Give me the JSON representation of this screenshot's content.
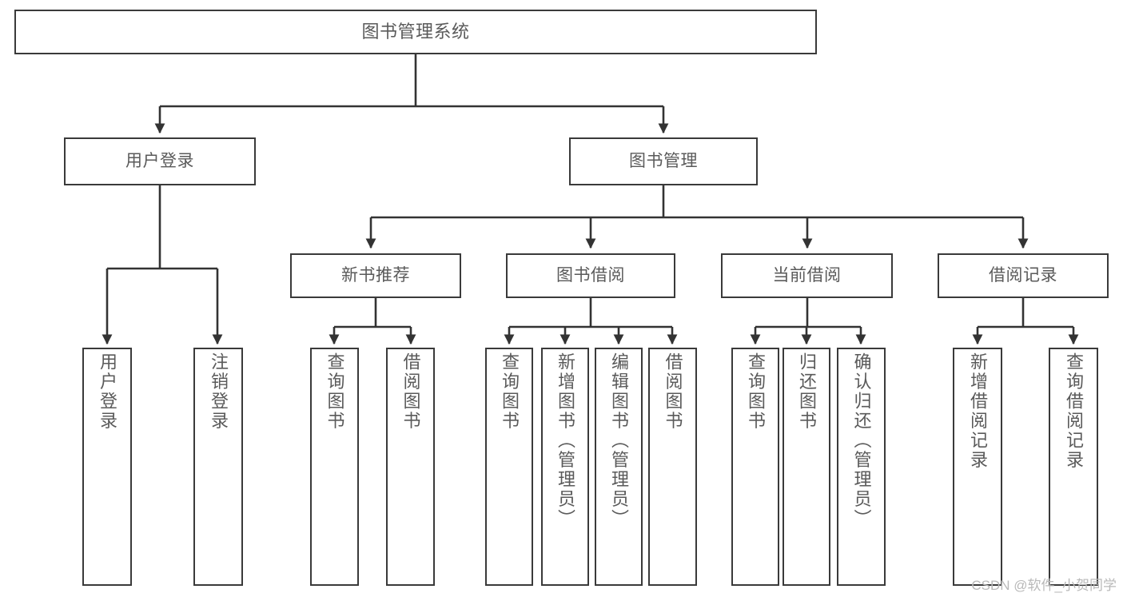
{
  "diagram": {
    "title": "图书管理系统",
    "watermark": "CSDN @软件_小贺同学",
    "colors": {
      "box_border": "#3a3a3a",
      "box_fill": "#ffffff",
      "text": "#5a5a5a",
      "connector": "#333333",
      "watermark": "#b9b9b9",
      "background": "#ffffff"
    },
    "nodes": {
      "root": {
        "label": "图书管理系统",
        "orientation": "horizontal",
        "level": 0
      },
      "user_login": {
        "label": "用户登录",
        "orientation": "horizontal",
        "level": 1
      },
      "book_manage": {
        "label": "图书管理",
        "orientation": "horizontal",
        "level": 1
      },
      "new_book_rec": {
        "label": "新书推荐",
        "orientation": "horizontal",
        "level": 2
      },
      "book_borrow": {
        "label": "图书借阅",
        "orientation": "horizontal",
        "level": 2
      },
      "current_borrow": {
        "label": "当前借阅",
        "orientation": "horizontal",
        "level": 2
      },
      "borrow_record": {
        "label": "借阅记录",
        "orientation": "horizontal",
        "level": 2
      },
      "leaf_user_login": {
        "label": "用户登录",
        "orientation": "vertical",
        "level": 3
      },
      "leaf_logout": {
        "label": "注销登录",
        "orientation": "vertical",
        "level": 3
      },
      "leaf_query_book_rec": {
        "label": "查询图书",
        "orientation": "vertical",
        "level": 3
      },
      "leaf_borrow_book_rec": {
        "label": "借阅图书",
        "orientation": "vertical",
        "level": 3
      },
      "leaf_query_book_borrow": {
        "label": "查询图书",
        "orientation": "vertical",
        "level": 3
      },
      "leaf_add_book": {
        "label": "新增图书（管理员）",
        "orientation": "vertical",
        "level": 3
      },
      "leaf_edit_book": {
        "label": "编辑图书（管理员）",
        "orientation": "vertical",
        "level": 3
      },
      "leaf_borrow_book": {
        "label": "借阅图书",
        "orientation": "vertical",
        "level": 3
      },
      "leaf_query_book_cur": {
        "label": "查询图书",
        "orientation": "vertical",
        "level": 3
      },
      "leaf_return_book": {
        "label": "归还图书",
        "orientation": "vertical",
        "level": 3
      },
      "leaf_confirm_return": {
        "label": "确认归还（管理员）",
        "orientation": "vertical",
        "level": 3
      },
      "leaf_add_record": {
        "label": "新增借阅记录",
        "orientation": "vertical",
        "level": 3
      },
      "leaf_query_record": {
        "label": "查询借阅记录",
        "orientation": "vertical",
        "level": 3
      }
    },
    "hierarchy": [
      {
        "parent": "图书管理系统",
        "children": [
          "用户登录",
          "图书管理"
        ]
      },
      {
        "parent": "用户登录",
        "children": [
          "用户登录",
          "注销登录"
        ]
      },
      {
        "parent": "图书管理",
        "children": [
          "新书推荐",
          "图书借阅",
          "当前借阅",
          "借阅记录"
        ]
      },
      {
        "parent": "新书推荐",
        "children": [
          "查询图书",
          "借阅图书"
        ]
      },
      {
        "parent": "图书借阅",
        "children": [
          "查询图书",
          "新增图书（管理员）",
          "编辑图书（管理员）",
          "借阅图书"
        ]
      },
      {
        "parent": "当前借阅",
        "children": [
          "查询图书",
          "归还图书",
          "确认归还（管理员）"
        ]
      },
      {
        "parent": "借阅记录",
        "children": [
          "新增借阅记录",
          "查询借阅记录"
        ]
      }
    ]
  }
}
